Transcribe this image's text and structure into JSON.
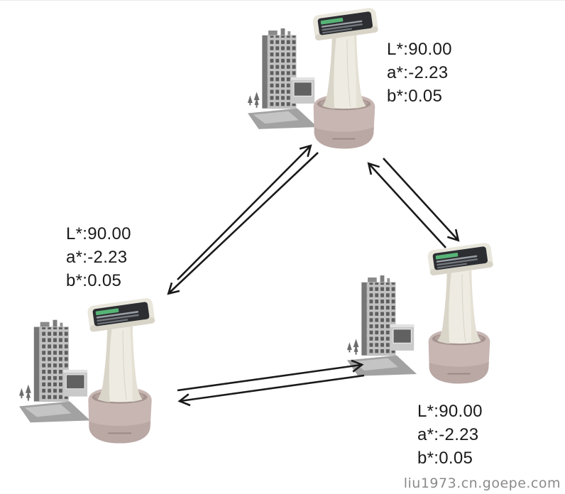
{
  "diagram": {
    "nodes": [
      {
        "id": "top-station",
        "reading": {
          "l": "L*:90.00",
          "a": "a*:-2.23",
          "b": "b*:0.05"
        }
      },
      {
        "id": "left-station",
        "reading": {
          "l": "L*:90.00",
          "a": "a*:-2.23",
          "b": "b*:0.05"
        }
      },
      {
        "id": "right-station",
        "reading": {
          "l": "L*:90.00",
          "a": "a*:-2.23",
          "b": "b*:0.05"
        }
      }
    ]
  },
  "watermark": "liu1973.cn.goepe.com",
  "colors": {
    "arrow": "#1a1a1a",
    "text": "#1a1a1a",
    "device_body": "#eeebe2",
    "device_dock": "#c7b6b2",
    "device_screen": "#2c2e32",
    "screen_accent_green": "#57b476",
    "building_gray": "#c2c2c2",
    "window_gray": "#5e5e5e",
    "watermark_gray": "#8a8a8a"
  }
}
